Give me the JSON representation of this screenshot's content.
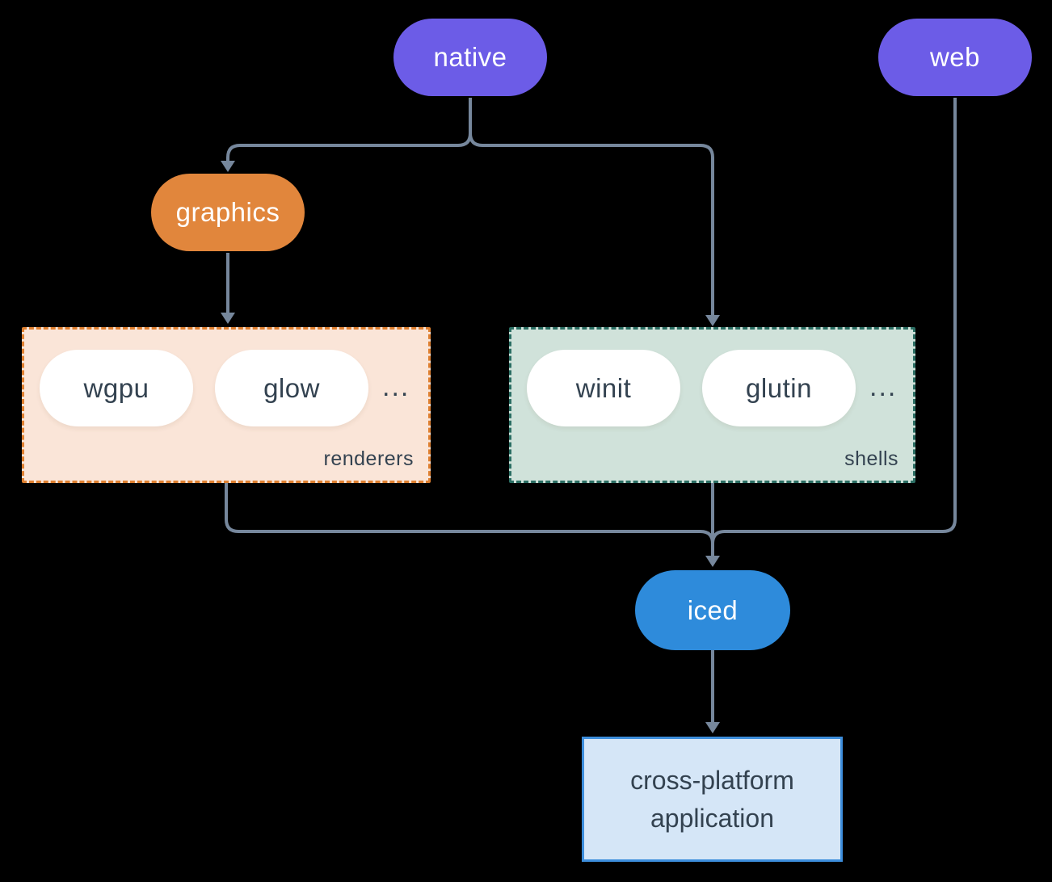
{
  "diagram": {
    "title_implicit": "iced ecosystem diagram",
    "background_color": "#000000",
    "connector_color": "#76879C",
    "nodes": {
      "native": {
        "label": "native",
        "fill": "#6C5CE7",
        "text_color": "#FFFFFF"
      },
      "web": {
        "label": "web",
        "fill": "#6C5CE7",
        "text_color": "#FFFFFF"
      },
      "graphics": {
        "label": "graphics",
        "fill": "#E1863C",
        "text_color": "#FFFFFF"
      },
      "iced": {
        "label": "iced",
        "fill": "#2E8BDB",
        "text_color": "#FFFFFF"
      }
    },
    "groups": {
      "renderers": {
        "label": "renderers",
        "fill": "#FAE5D8",
        "border_color": "#DF8030",
        "items": [
          "wgpu",
          "glow"
        ],
        "ellipsis": "...",
        "text_color": "#334250"
      },
      "shells": {
        "label": "shells",
        "fill": "#D0E2DA",
        "border_color": "#2B6E63",
        "items": [
          "winit",
          "glutin"
        ],
        "ellipsis": "...",
        "text_color": "#334250"
      }
    },
    "application": {
      "label_line1": "cross-platform",
      "label_line2": "application",
      "fill": "#D5E6F7",
      "border_color": "#3D8EDC",
      "text_color": "#334250"
    },
    "edges": [
      "native -> graphics",
      "native -> shells",
      "graphics -> renderers",
      "renderers -> iced",
      "shells -> iced",
      "web -> iced",
      "iced -> cross-platform application"
    ]
  }
}
